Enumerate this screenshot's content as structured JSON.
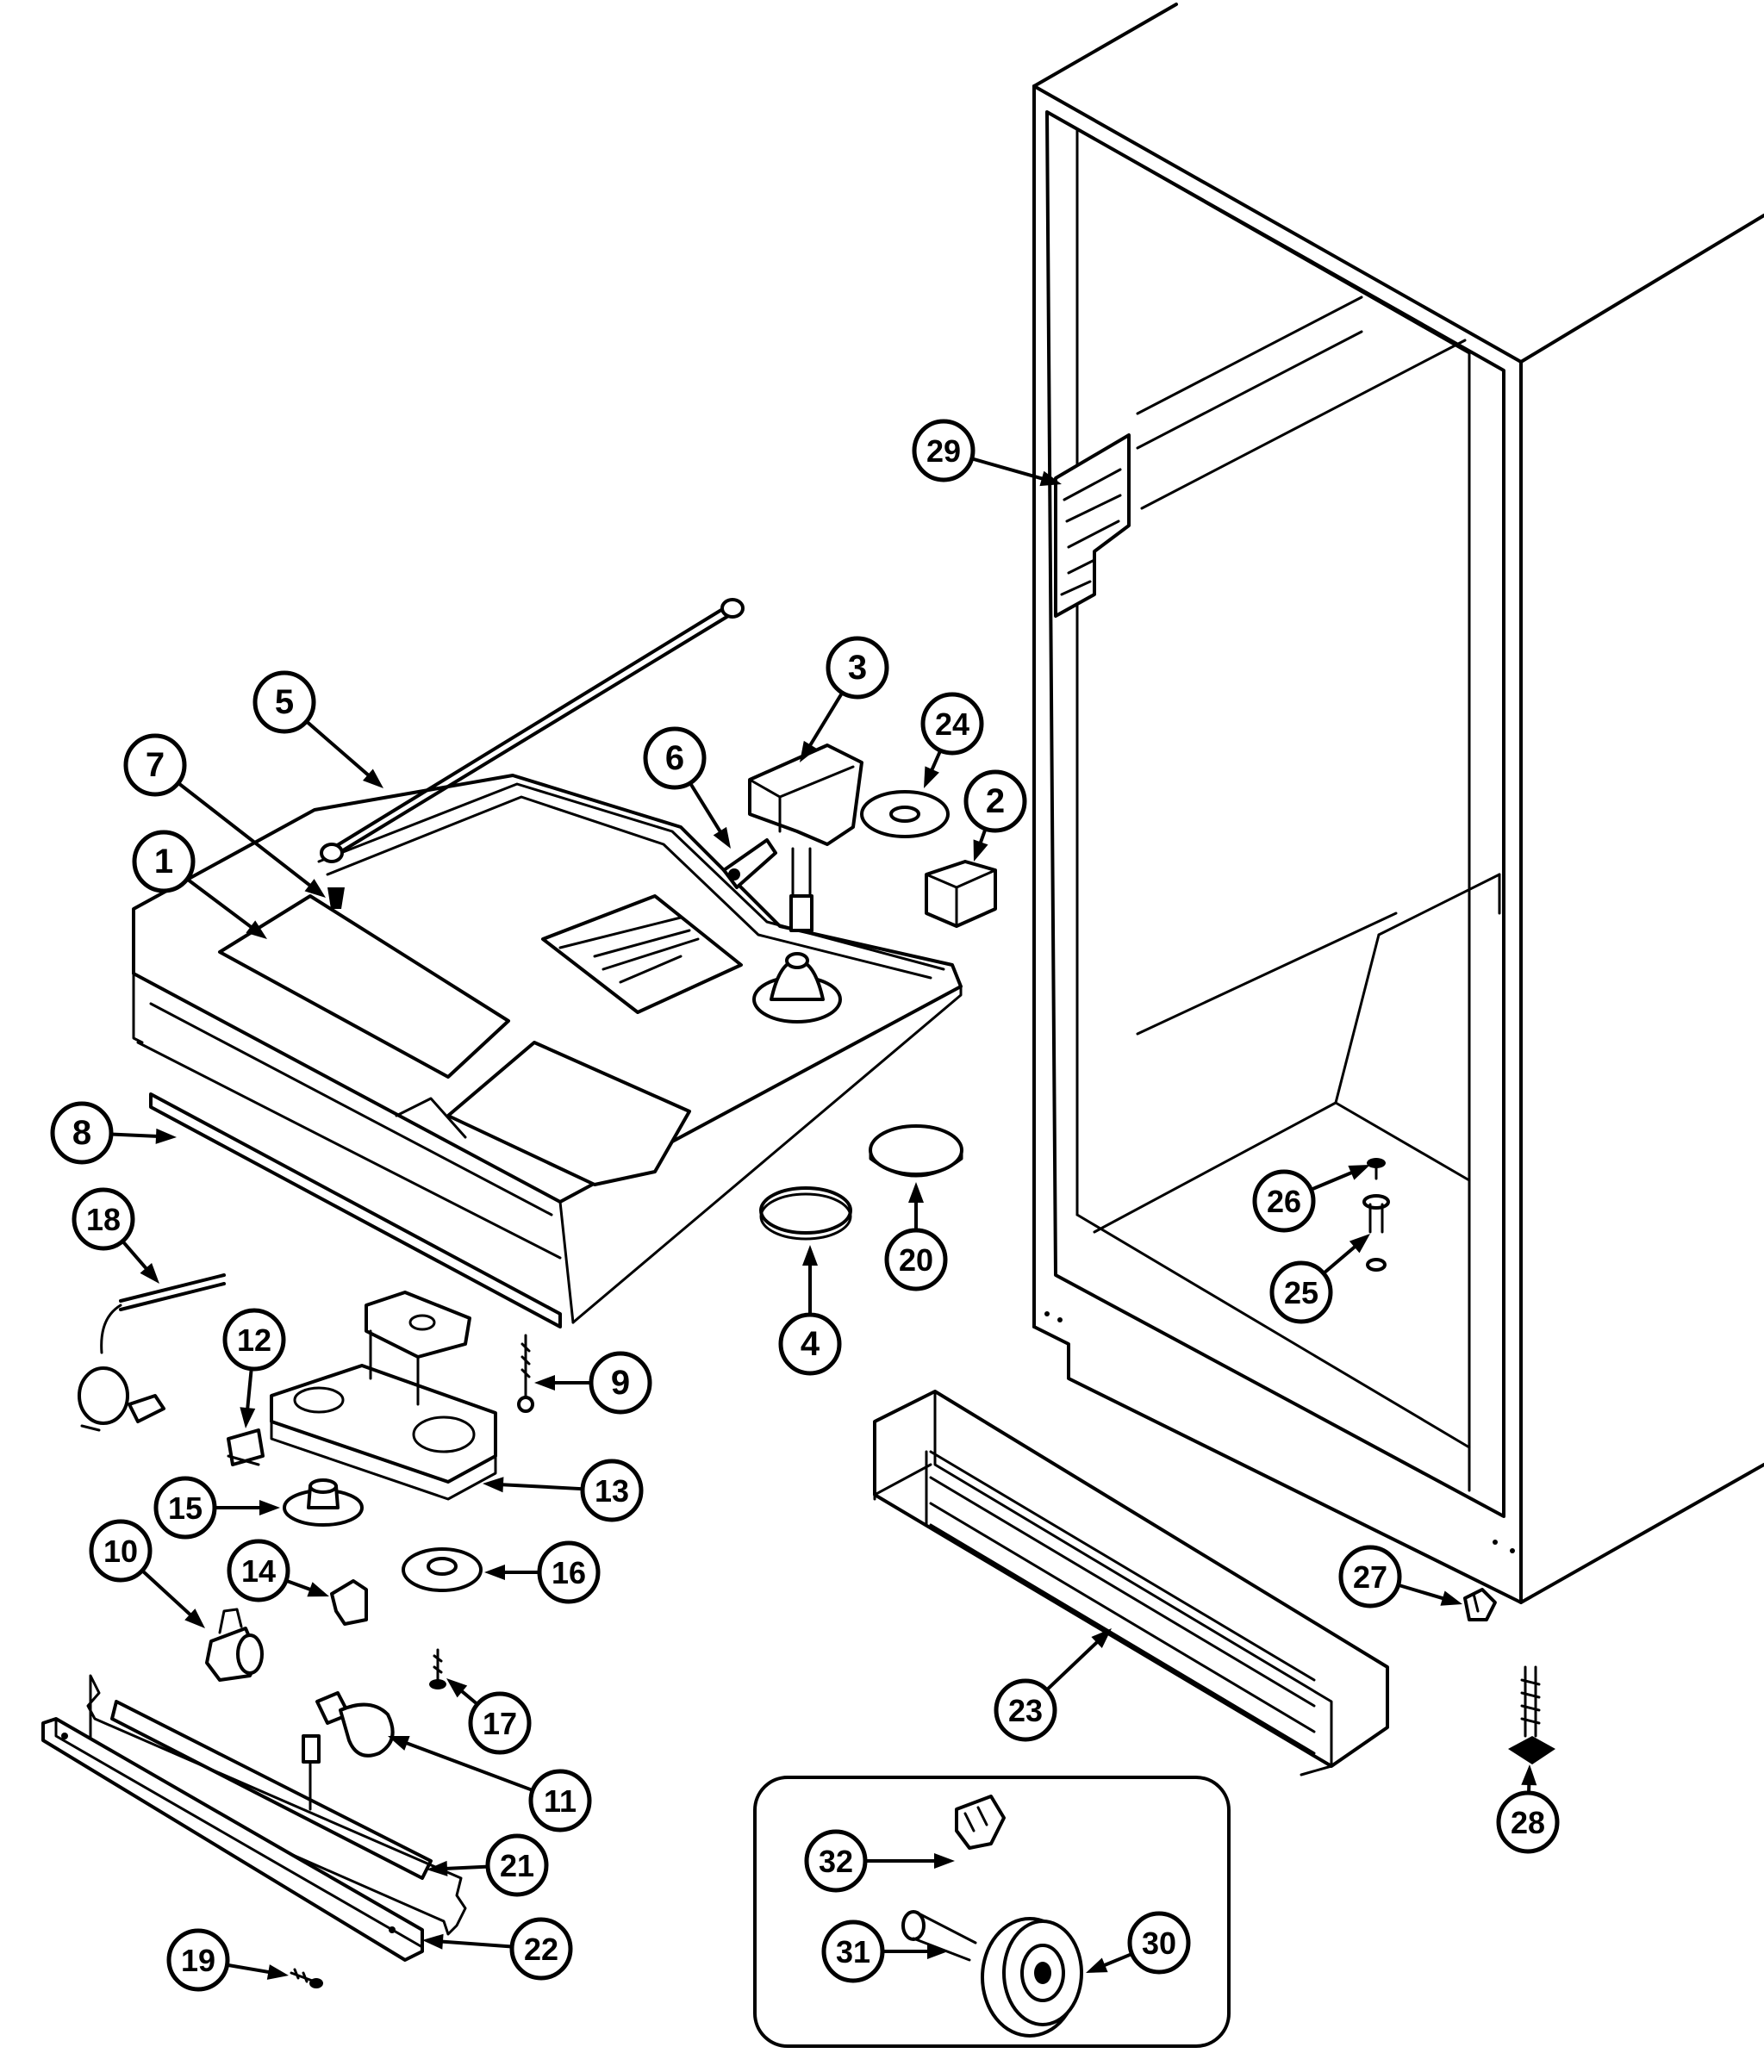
{
  "colors": {
    "ink": "#000000",
    "paper": "#ffffff"
  },
  "callouts": [
    {
      "label": "1"
    },
    {
      "label": "2"
    },
    {
      "label": "3"
    },
    {
      "label": "4"
    },
    {
      "label": "5"
    },
    {
      "label": "6"
    },
    {
      "label": "7"
    },
    {
      "label": "8"
    },
    {
      "label": "9"
    },
    {
      "label": "10"
    },
    {
      "label": "11"
    },
    {
      "label": "12"
    },
    {
      "label": "13"
    },
    {
      "label": "14"
    },
    {
      "label": "15"
    },
    {
      "label": "16"
    },
    {
      "label": "17"
    },
    {
      "label": "18"
    },
    {
      "label": "19"
    },
    {
      "label": "20"
    },
    {
      "label": "21"
    },
    {
      "label": "22"
    },
    {
      "label": "23"
    },
    {
      "label": "24"
    },
    {
      "label": "25"
    },
    {
      "label": "26"
    },
    {
      "label": "27"
    },
    {
      "label": "28"
    },
    {
      "label": "29"
    },
    {
      "label": "30"
    },
    {
      "label": "31"
    },
    {
      "label": "32"
    }
  ]
}
